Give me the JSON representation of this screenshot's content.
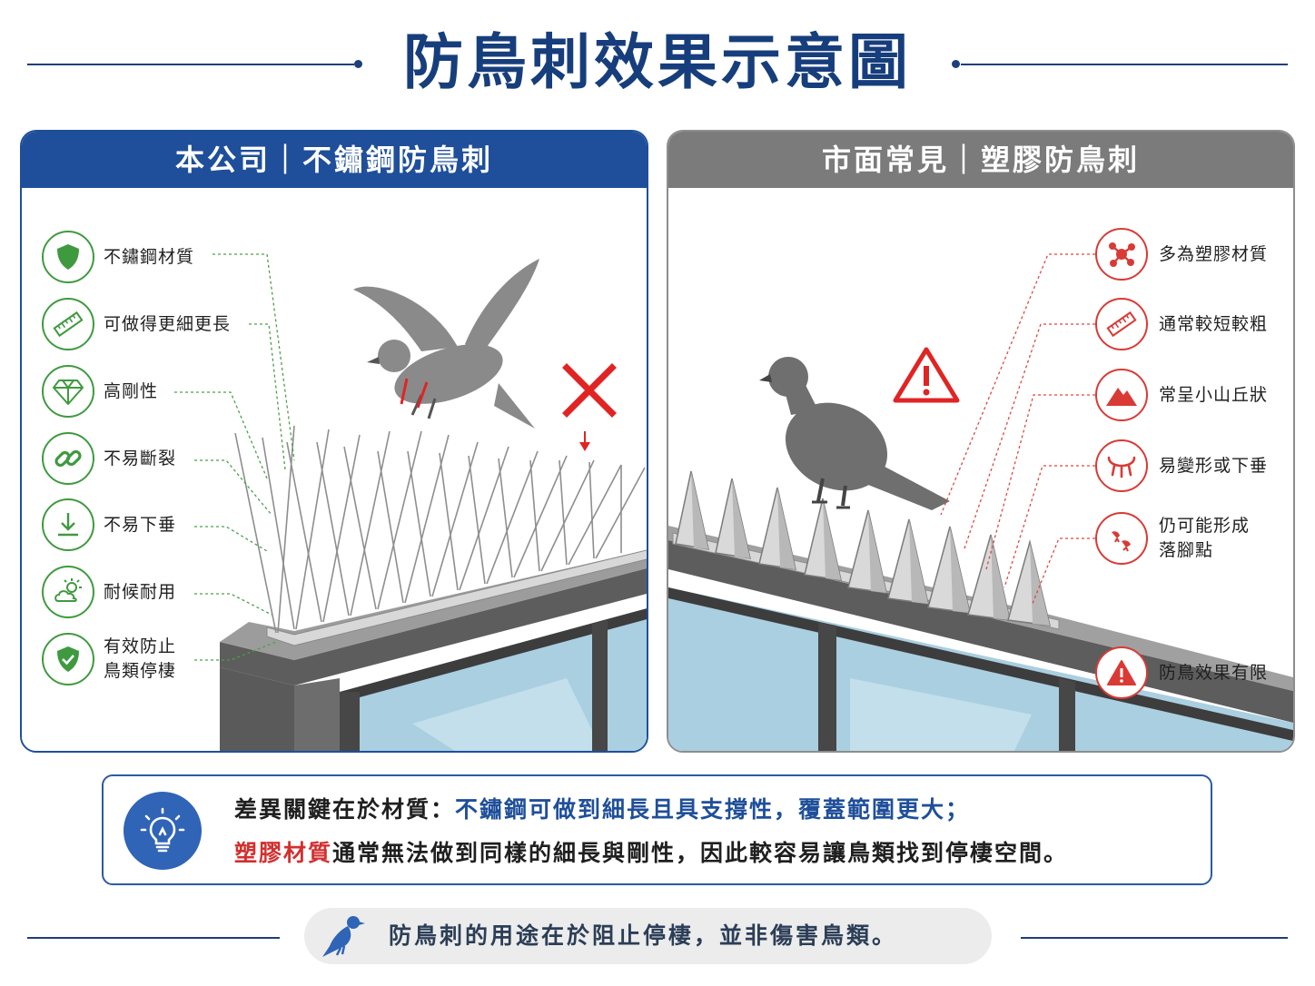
{
  "title": "防鳥刺效果示意圖",
  "left_panel": {
    "header": "本公司｜不鏽鋼防鳥刺",
    "accent_color": "#1f4f9a",
    "features": [
      {
        "icon": "shield-icon",
        "label": "不鏽鋼材質"
      },
      {
        "icon": "ruler-icon",
        "label": "可做得更細更長"
      },
      {
        "icon": "diamond-icon",
        "label": "高剛性"
      },
      {
        "icon": "chain-link-icon",
        "label": "不易斷裂"
      },
      {
        "icon": "arrow-down-icon",
        "label": "不易下垂"
      },
      {
        "icon": "weather-icon",
        "label": "耐候耐用"
      },
      {
        "icon": "shield-check-icon",
        "label": "有效防止\n鳥類停棲"
      }
    ]
  },
  "right_panel": {
    "header": "市面常見｜塑膠防鳥刺",
    "accent_color": "#7b7b7b",
    "features": [
      {
        "icon": "molecule-icon",
        "label": "多為塑膠材質"
      },
      {
        "icon": "ruler-icon",
        "label": "通常較短較粗"
      },
      {
        "icon": "mountain-icon",
        "label": "常呈小山丘狀"
      },
      {
        "icon": "bend-icon",
        "label": "易變形或下垂"
      },
      {
        "icon": "bird-feet-icon",
        "label": "仍可能形成\n落腳點"
      },
      {
        "icon": "warning-icon",
        "label": "防鳥效果有限"
      }
    ]
  },
  "summary": {
    "line1_prefix": "差異關鍵在於材質：",
    "line1_highlight": "不鏽鋼可做到細長且具支撐性，覆蓋範圍更大；",
    "line2_highlight": "塑膠材質",
    "line2_rest": "通常無法做到同樣的細長與剛性，因此較容易讓鳥類找到停棲空間。"
  },
  "footer": "防鳥刺的用途在於阻止停棲，並非傷害鳥類。",
  "colors": {
    "green": "#3f9a3f",
    "red": "#d93a35",
    "navy": "#173e7c"
  }
}
